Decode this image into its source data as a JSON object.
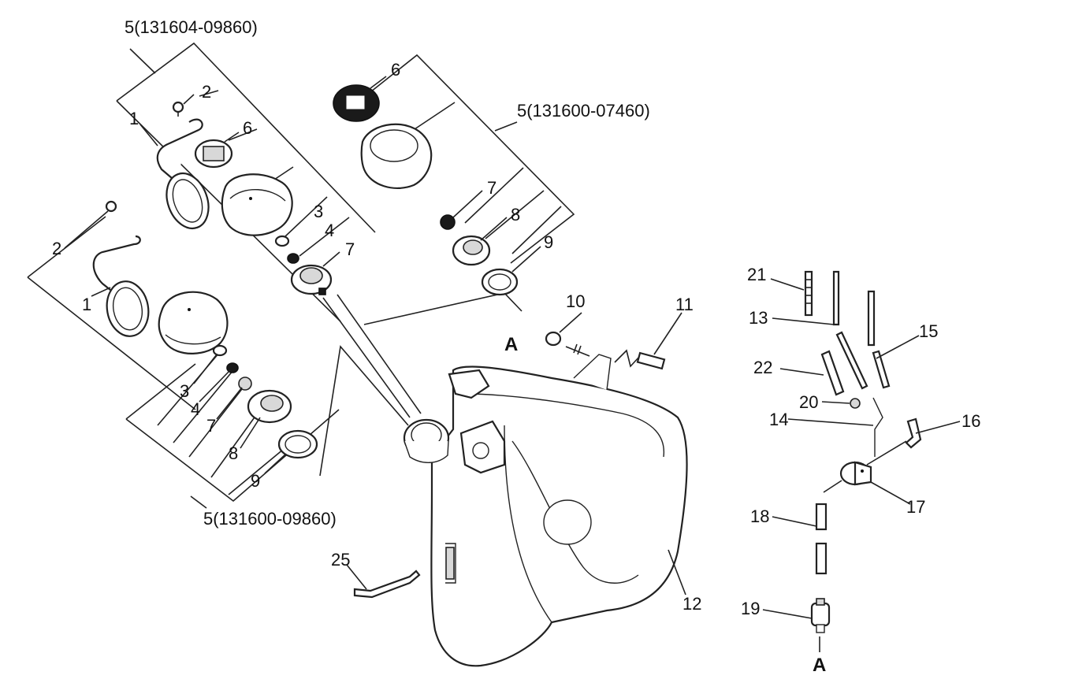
{
  "diagram": {
    "labels": {
      "assy_top_left": "5(131604-09860)",
      "assy_top_right": "5(131600-07460)",
      "assy_bottom_left": "5(131600-09860)",
      "p1a": "1",
      "p1b": "1",
      "p2a": "2",
      "p2b": "2",
      "p3a": "3",
      "p3b": "3",
      "p4a": "4",
      "p4b": "4",
      "p6a": "6",
      "p6b": "6",
      "p7a": "7",
      "p7b": "7",
      "p7c": "7",
      "p8a": "8",
      "p8b": "8",
      "p9a": "9",
      "p9b": "9",
      "p10": "10",
      "p11": "11",
      "p12": "12",
      "p13": "13",
      "p14": "14",
      "p15": "15",
      "p16": "16",
      "p17": "17",
      "p18": "18",
      "p19": "19",
      "p20": "20",
      "p21": "21",
      "p22": "22",
      "p25": "25",
      "ref_a_top": "A",
      "ref_a_bottom": "A"
    }
  }
}
